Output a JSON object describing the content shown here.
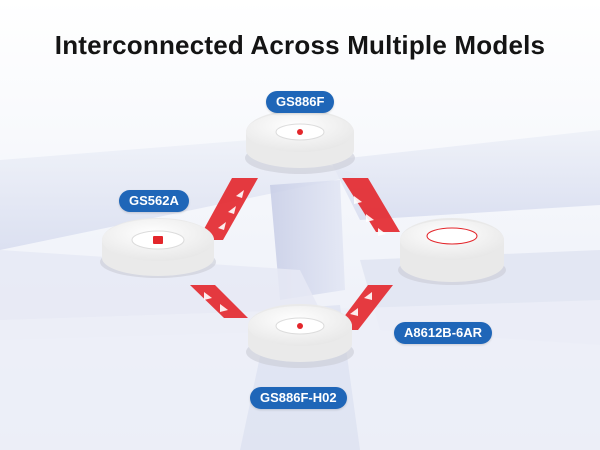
{
  "title": "Interconnected Across Multiple Models",
  "models": [
    {
      "label": "GS886F"
    },
    {
      "label": "GS562A"
    },
    {
      "label": "A8612B-6AR"
    },
    {
      "label": "GS886F-H02"
    }
  ],
  "colors": {
    "badge": "#1f66b8",
    "link": "#e3262b",
    "platform": "#dfe4f3",
    "detector": "#f3f3f3"
  }
}
